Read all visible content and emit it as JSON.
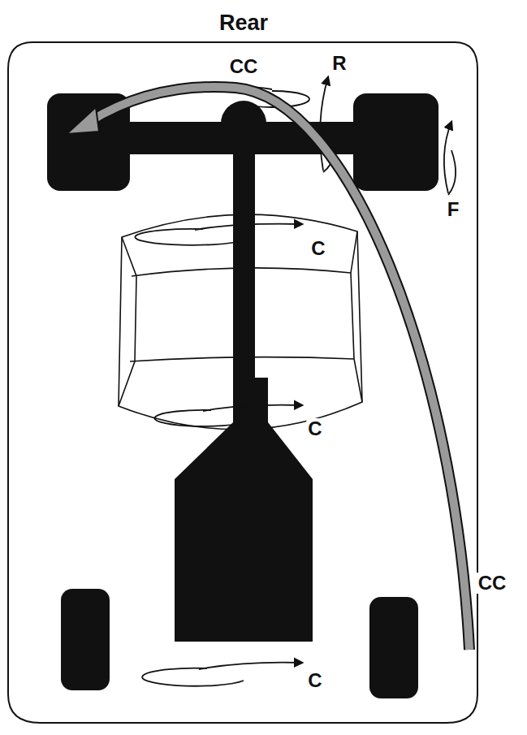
{
  "diagram": {
    "labels": [
      "Rear",
      "CC",
      "R",
      "F",
      "C",
      "C",
      "C",
      "CC"
    ]
  }
}
